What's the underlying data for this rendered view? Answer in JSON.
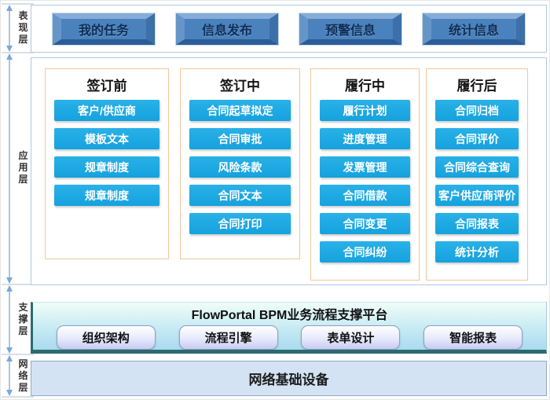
{
  "diagram": {
    "layers": [
      {
        "id": "presentation",
        "label": "表现层",
        "buttons": [
          "我的任务",
          "信息发布",
          "预警信息",
          "统计信息"
        ]
      },
      {
        "id": "application",
        "label": "应用层",
        "columns": [
          {
            "title": "签订前",
            "items": [
              "客户/供应商",
              "模板文本",
              "规章制度",
              "规章制度"
            ]
          },
          {
            "title": "签订中",
            "items": [
              "合同起草拟定",
              "合同审批",
              "风险条款",
              "合同文本",
              "合同打印"
            ]
          },
          {
            "title": "履行中",
            "items": [
              "履行计划",
              "进度管理",
              "发票管理",
              "合同借款",
              "合同变更",
              "合同纠纷"
            ]
          },
          {
            "title": "履行后",
            "items": [
              "合同归档",
              "合同评价",
              "合同综合查询",
              "客户供应商评价",
              "合同报表",
              "统计分析"
            ]
          }
        ]
      },
      {
        "id": "support",
        "label": "支撑层",
        "title": "FlowPortal BPM业务流程支撑平台",
        "buttons": [
          "组织架构",
          "流程引擎",
          "表单设计",
          "智能报表"
        ]
      },
      {
        "id": "network",
        "label": "网络层",
        "bar": "网络基础设备"
      }
    ],
    "colors": {
      "presentation_button": "#4a82be",
      "module_button": "#18a8e2",
      "column_border": "#f2c79b",
      "panel_border": "#b0c7e1",
      "support_border": "#2b6b70",
      "network_fill": "#d3e3f3"
    }
  }
}
